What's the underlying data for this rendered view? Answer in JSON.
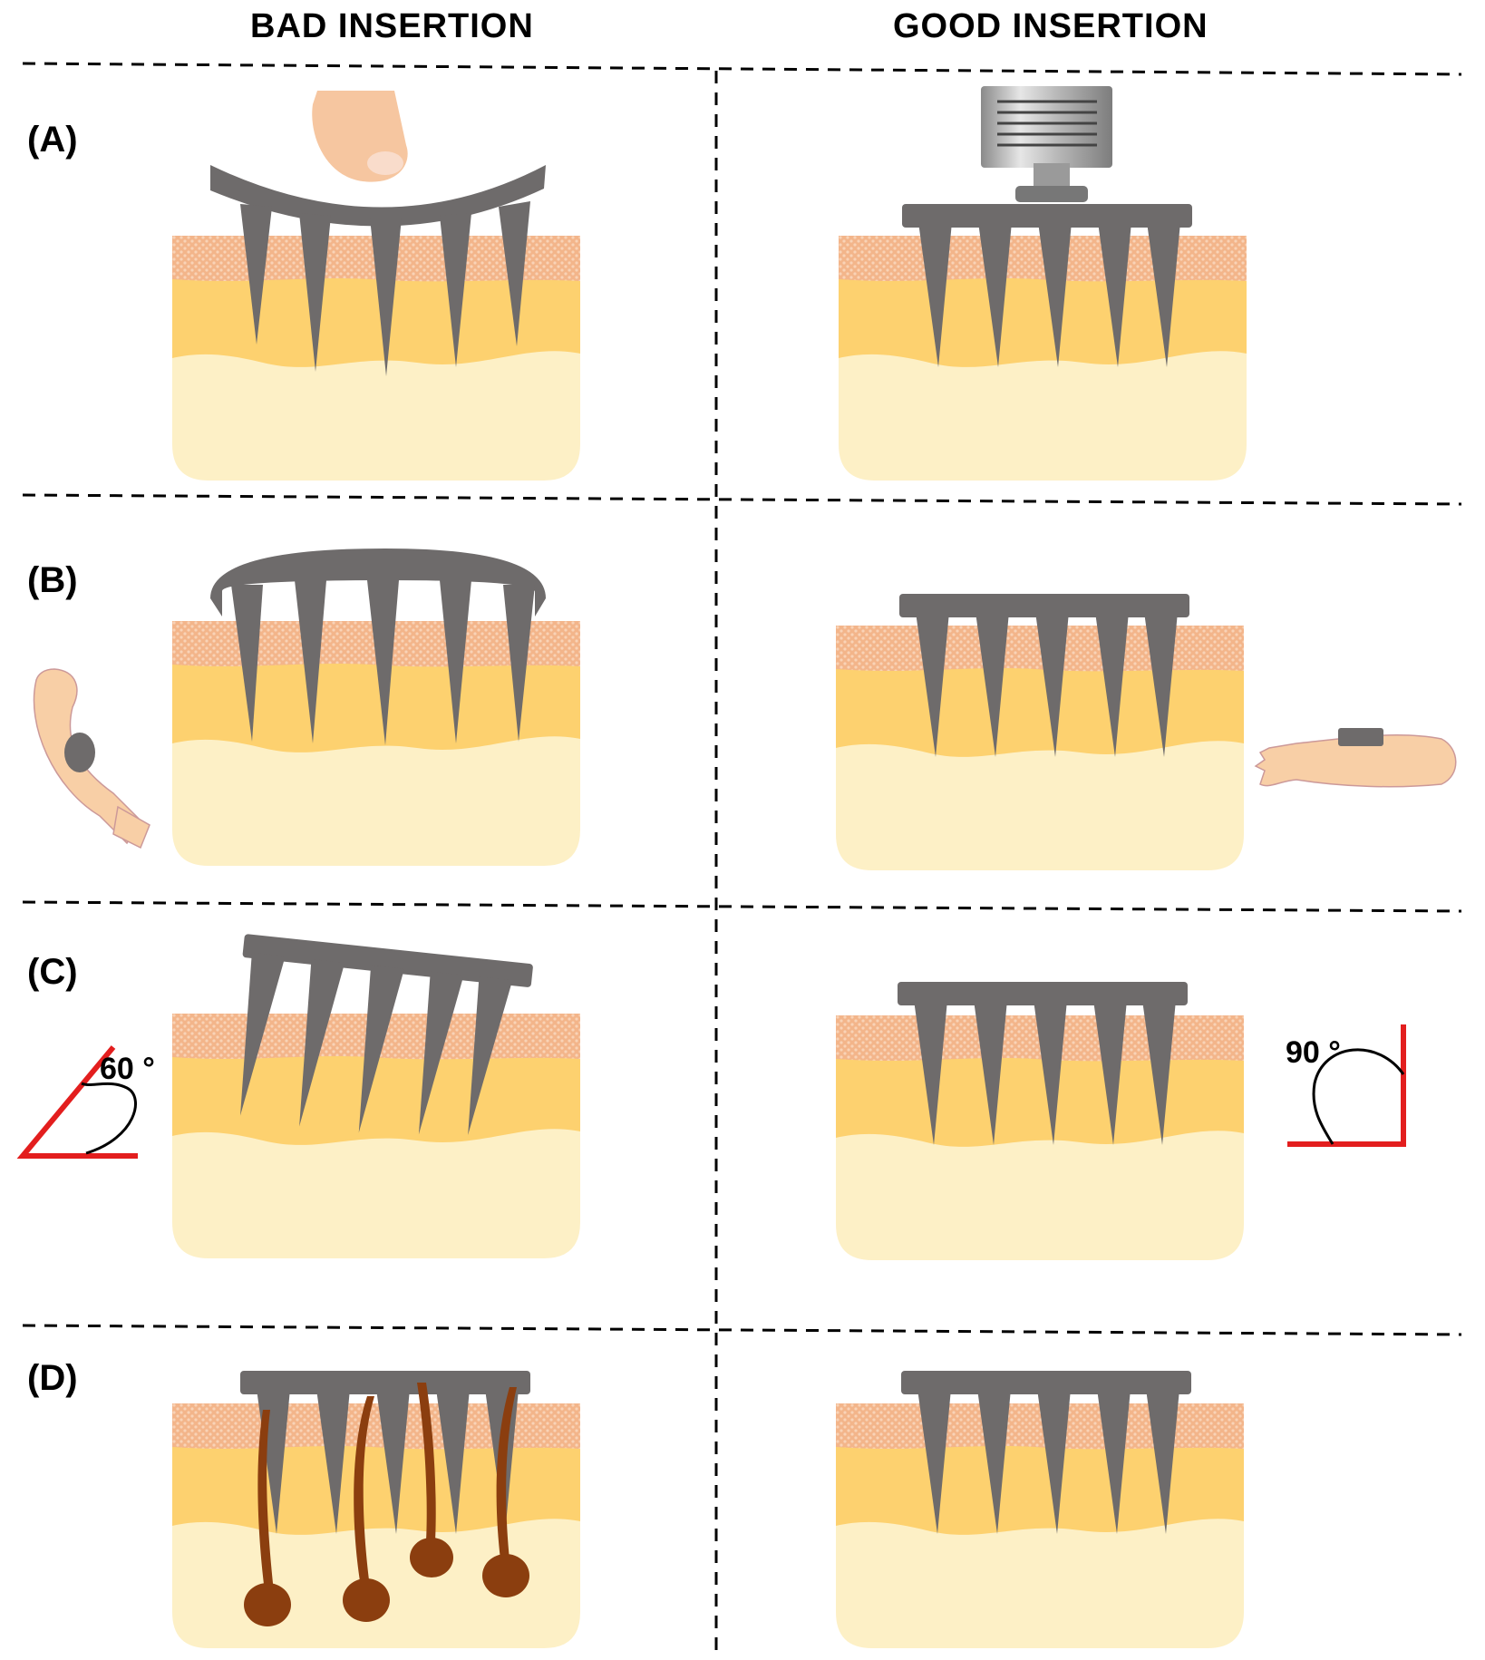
{
  "headers": {
    "bad": "BAD INSERTION",
    "good": "GOOD INSERTION"
  },
  "rows": [
    {
      "label": "(A)"
    },
    {
      "label": "(B)"
    },
    {
      "label": "(C)"
    },
    {
      "label": "(D)"
    }
  ],
  "angles": {
    "bad": "60 °",
    "good": "90 °"
  },
  "colors": {
    "microneedle": "#6e6b6b",
    "epidermis": "#f3b58a",
    "dermis": "#fdd16f",
    "hypodermis": "#fdf0c6",
    "hair": "#8b3e0f",
    "angle_line": "#e31e1e",
    "skin_tone": "#f8cfa6",
    "divider": "#000000"
  },
  "icons": [
    "finger-icon",
    "applicator-icon",
    "bent-arm-icon",
    "straight-arm-icon",
    "angle-60-icon",
    "angle-90-icon",
    "hair-follicle-icon"
  ]
}
